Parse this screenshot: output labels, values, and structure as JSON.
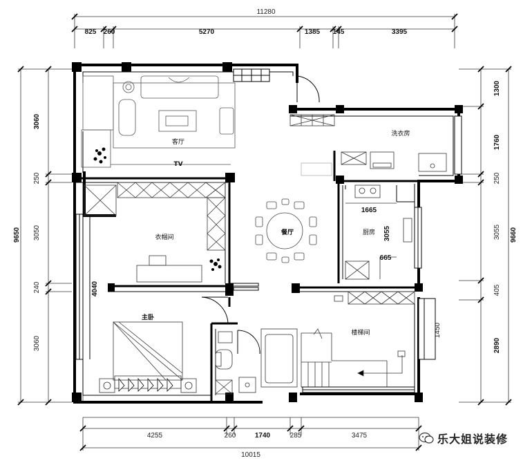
{
  "dimensions": {
    "top_total": "11280",
    "top_segments": [
      "825",
      "260",
      "5270",
      "1385",
      "145",
      "3395"
    ],
    "bottom_segments": [
      "4255",
      "260",
      "1740",
      "285",
      "3475"
    ],
    "bottom_total": "10015",
    "left_total": "9650",
    "left_segments": [
      "3060",
      "250",
      "3050",
      "240",
      "3060"
    ],
    "left_inner": "4040",
    "right_total": "9660",
    "right_segments": [
      "1300",
      "1760",
      "250",
      "3055",
      "405",
      "2890"
    ],
    "right_inner": "1450",
    "kitchen_inner_w": "1665",
    "kitchen_inner_h": "3055",
    "kitchen_inner_small": "665"
  },
  "rooms": {
    "living_room": "客厅",
    "tv": "TV",
    "laundry": "洗衣房",
    "cloakroom": "衣帽间",
    "dining": "餐厅",
    "kitchen": "厨房",
    "master_bedroom": "主卧",
    "stair_room": "楼梯间"
  },
  "watermark": {
    "text": "乐大姐说装修"
  }
}
